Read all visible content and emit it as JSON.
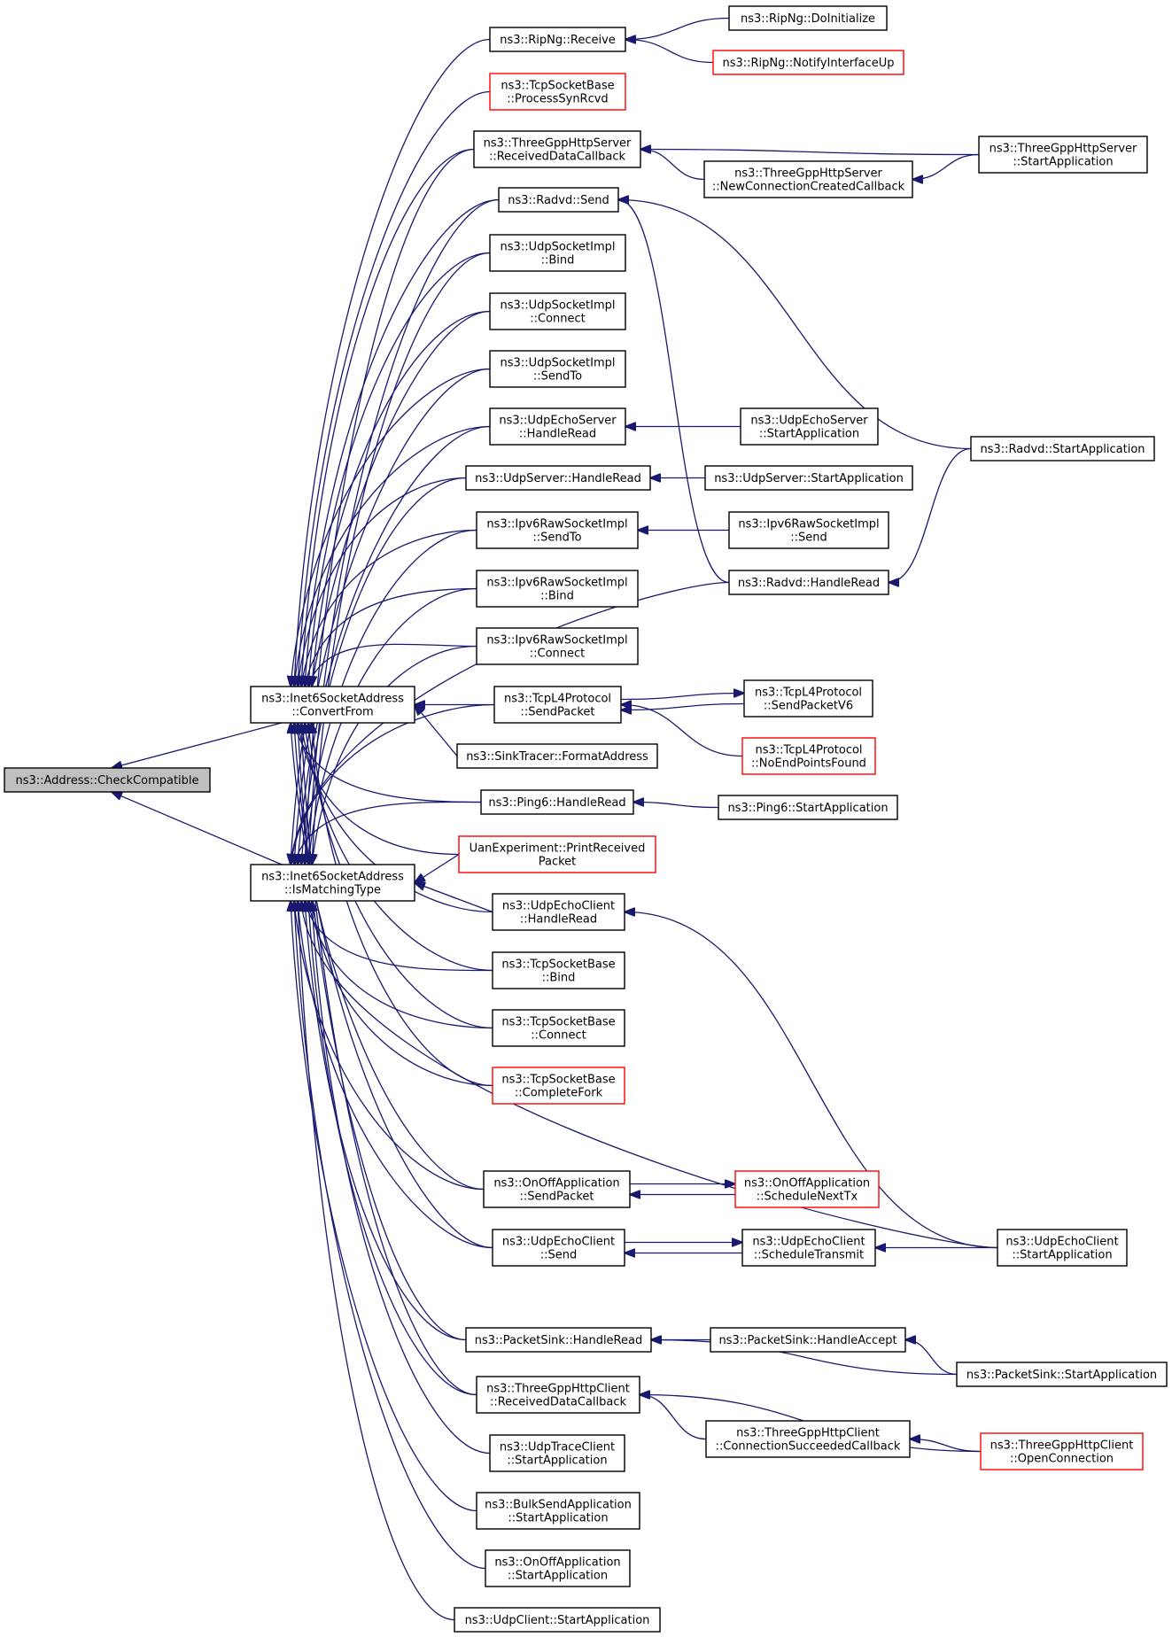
{
  "graph": {
    "nodes": [
      {
        "id": "root",
        "lines": [
          "ns3::Address::CheckCompatible"
        ],
        "root": true
      },
      {
        "id": "cf",
        "lines": [
          "ns3::Inet6SocketAddress",
          "::ConvertFrom"
        ]
      },
      {
        "id": "imt",
        "lines": [
          "ns3::Inet6SocketAddress",
          "::IsMatchingType"
        ]
      },
      {
        "id": "ripRecv",
        "lines": [
          "ns3::RipNg::Receive"
        ]
      },
      {
        "id": "ripInit",
        "lines": [
          "ns3::RipNg::DoInitialize"
        ]
      },
      {
        "id": "ripNotify",
        "lines": [
          "ns3::RipNg::NotifyInterfaceUp"
        ],
        "red": true
      },
      {
        "id": "tcpSyn",
        "lines": [
          "ns3::TcpSocketBase",
          "::ProcessSynRcvd"
        ],
        "red": true
      },
      {
        "id": "httpSrvRecv",
        "lines": [
          "ns3::ThreeGppHttpServer",
          "::ReceivedDataCallback"
        ]
      },
      {
        "id": "httpSrvNew",
        "lines": [
          "ns3::ThreeGppHttpServer",
          "::NewConnectionCreatedCallback"
        ]
      },
      {
        "id": "httpSrvStart",
        "lines": [
          "ns3::ThreeGppHttpServer",
          "::StartApplication"
        ]
      },
      {
        "id": "radvdSend",
        "lines": [
          "ns3::Radvd::Send"
        ]
      },
      {
        "id": "udpBind",
        "lines": [
          "ns3::UdpSocketImpl",
          "::Bind"
        ]
      },
      {
        "id": "udpConnect",
        "lines": [
          "ns3::UdpSocketImpl",
          "::Connect"
        ]
      },
      {
        "id": "udpSendTo",
        "lines": [
          "ns3::UdpSocketImpl",
          "::SendTo"
        ]
      },
      {
        "id": "echoSrvRead",
        "lines": [
          "ns3::UdpEchoServer",
          "::HandleRead"
        ]
      },
      {
        "id": "echoSrvStart",
        "lines": [
          "ns3::UdpEchoServer",
          "::StartApplication"
        ]
      },
      {
        "id": "radvdStart",
        "lines": [
          "ns3::Radvd::StartApplication"
        ]
      },
      {
        "id": "udpSrvRead",
        "lines": [
          "ns3::UdpServer::HandleRead"
        ]
      },
      {
        "id": "udpSrvStart",
        "lines": [
          "ns3::UdpServer::StartApplication"
        ]
      },
      {
        "id": "ip6SendTo",
        "lines": [
          "ns3::Ipv6RawSocketImpl",
          "::SendTo"
        ]
      },
      {
        "id": "ip6Send",
        "lines": [
          "ns3::Ipv6RawSocketImpl",
          "::Send"
        ]
      },
      {
        "id": "ip6Bind",
        "lines": [
          "ns3::Ipv6RawSocketImpl",
          "::Bind"
        ]
      },
      {
        "id": "radvdRead",
        "lines": [
          "ns3::Radvd::HandleRead"
        ]
      },
      {
        "id": "ip6Connect",
        "lines": [
          "ns3::Ipv6RawSocketImpl",
          "::Connect"
        ]
      },
      {
        "id": "tcpL4Send",
        "lines": [
          "ns3::TcpL4Protocol",
          "::SendPacket"
        ]
      },
      {
        "id": "tcpL4V6",
        "lines": [
          "ns3::TcpL4Protocol",
          "::SendPacketV6"
        ]
      },
      {
        "id": "tcpL4NoEP",
        "lines": [
          "ns3::TcpL4Protocol",
          "::NoEndPointsFound"
        ],
        "red": true
      },
      {
        "id": "sinkTracer",
        "lines": [
          "ns3::SinkTracer::FormatAddress"
        ]
      },
      {
        "id": "pingRead",
        "lines": [
          "ns3::Ping6::HandleRead"
        ]
      },
      {
        "id": "pingStart",
        "lines": [
          "ns3::Ping6::StartApplication"
        ]
      },
      {
        "id": "uan",
        "lines": [
          "UanExperiment::PrintReceived",
          "Packet"
        ],
        "red": true
      },
      {
        "id": "echoCliRead",
        "lines": [
          "ns3::UdpEchoClient",
          "::HandleRead"
        ]
      },
      {
        "id": "tcpBind",
        "lines": [
          "ns3::TcpSocketBase",
          "::Bind"
        ]
      },
      {
        "id": "tcpConnect",
        "lines": [
          "ns3::TcpSocketBase",
          "::Connect"
        ]
      },
      {
        "id": "tcpFork",
        "lines": [
          "ns3::TcpSocketBase",
          "::CompleteFork"
        ],
        "red": true
      },
      {
        "id": "onoffSend",
        "lines": [
          "ns3::OnOffApplication",
          "::SendPacket"
        ]
      },
      {
        "id": "onoffNext",
        "lines": [
          "ns3::OnOffApplication",
          "::ScheduleNextTx"
        ],
        "red": true
      },
      {
        "id": "echoCliSend",
        "lines": [
          "ns3::UdpEchoClient",
          "::Send"
        ]
      },
      {
        "id": "echoCliSched",
        "lines": [
          "ns3::UdpEchoClient",
          "::ScheduleTransmit"
        ]
      },
      {
        "id": "echoCliStart",
        "lines": [
          "ns3::UdpEchoClient",
          "::StartApplication"
        ]
      },
      {
        "id": "sinkRead",
        "lines": [
          "ns3::PacketSink::HandleRead"
        ]
      },
      {
        "id": "sinkAccept",
        "lines": [
          "ns3::PacketSink::HandleAccept"
        ]
      },
      {
        "id": "sinkStart",
        "lines": [
          "ns3::PacketSink::StartApplication"
        ]
      },
      {
        "id": "httpCliRecv",
        "lines": [
          "ns3::ThreeGppHttpClient",
          "::ReceivedDataCallback"
        ]
      },
      {
        "id": "httpCliConn",
        "lines": [
          "ns3::ThreeGppHttpClient",
          "::ConnectionSucceededCallback"
        ]
      },
      {
        "id": "httpCliOpen",
        "lines": [
          "ns3::ThreeGppHttpClient",
          "::OpenConnection"
        ],
        "red": true
      },
      {
        "id": "traceStart",
        "lines": [
          "ns3::UdpTraceClient",
          "::StartApplication"
        ]
      },
      {
        "id": "bulkStart",
        "lines": [
          "ns3::BulkSendApplication",
          "::StartApplication"
        ]
      },
      {
        "id": "onoffStart",
        "lines": [
          "ns3::OnOffApplication",
          "::StartApplication"
        ]
      },
      {
        "id": "udpCliStart",
        "lines": [
          "ns3::UdpClient::StartApplication"
        ]
      }
    ],
    "edges": [
      [
        "cf",
        "root"
      ],
      [
        "imt",
        "root"
      ],
      [
        "ripRecv",
        "ripInit"
      ],
      [
        "ripRecv",
        "ripNotify"
      ],
      [
        "httpSrvRecv",
        "httpSrvStart"
      ],
      [
        "httpSrvRecv",
        "httpSrvNew"
      ],
      [
        "httpSrvNew",
        "httpSrvStart"
      ],
      [
        "radvdSend",
        "radvdRead"
      ],
      [
        "radvdSend",
        "radvdStart"
      ],
      [
        "echoSrvRead",
        "echoSrvStart"
      ],
      [
        "udpSrvRead",
        "udpSrvStart"
      ],
      [
        "ip6SendTo",
        "ip6Send"
      ],
      [
        "radvdRead",
        "radvdStart"
      ],
      [
        "tcpL4V6",
        "tcpL4Send"
      ],
      [
        "tcpL4Send",
        "tcpL4V6"
      ],
      [
        "tcpL4Send",
        "tcpL4NoEP"
      ],
      [
        "pingRead",
        "pingStart"
      ],
      [
        "echoCliRead",
        "echoCliStart"
      ],
      [
        "onoffSend",
        "onoffNext"
      ],
      [
        "onoffNext",
        "onoffSend"
      ],
      [
        "echoCliSend",
        "echoCliSched"
      ],
      [
        "echoCliSched",
        "echoCliSend"
      ],
      [
        "echoCliSched",
        "echoCliStart"
      ],
      [
        "sinkRead",
        "sinkAccept"
      ],
      [
        "sinkRead",
        "sinkStart"
      ],
      [
        "sinkAccept",
        "sinkStart"
      ],
      [
        "httpCliRecv",
        "httpCliConn"
      ],
      [
        "httpCliRecv",
        "httpCliOpen"
      ],
      [
        "httpCliConn",
        "httpCliOpen"
      ],
      [
        "cf",
        "ripRecv"
      ],
      [
        "cf",
        "tcpSyn"
      ],
      [
        "cf",
        "httpSrvRecv"
      ],
      [
        "cf",
        "radvdSend"
      ],
      [
        "cf",
        "udpBind"
      ],
      [
        "cf",
        "udpConnect"
      ],
      [
        "cf",
        "udpSendTo"
      ],
      [
        "cf",
        "echoSrvRead"
      ],
      [
        "cf",
        "udpSrvRead"
      ],
      [
        "cf",
        "ip6SendTo"
      ],
      [
        "cf",
        "ip6Bind"
      ],
      [
        "cf",
        "ip6Connect"
      ],
      [
        "cf",
        "tcpL4Send"
      ],
      [
        "cf",
        "sinkTracer"
      ],
      [
        "cf",
        "pingRead"
      ],
      [
        "cf",
        "uan"
      ],
      [
        "cf",
        "echoCliRead"
      ],
      [
        "cf",
        "tcpBind"
      ],
      [
        "cf",
        "tcpConnect"
      ],
      [
        "cf",
        "tcpFork"
      ],
      [
        "cf",
        "onoffSend"
      ],
      [
        "cf",
        "echoCliSend"
      ],
      [
        "cf",
        "sinkRead"
      ],
      [
        "cf",
        "httpCliRecv"
      ],
      [
        "imt",
        "httpSrvRecv"
      ],
      [
        "imt",
        "radvdSend"
      ],
      [
        "imt",
        "udpBind"
      ],
      [
        "imt",
        "udpConnect"
      ],
      [
        "imt",
        "udpSendTo"
      ],
      [
        "imt",
        "echoSrvRead"
      ],
      [
        "imt",
        "udpSrvRead"
      ],
      [
        "imt",
        "ip6SendTo"
      ],
      [
        "imt",
        "ip6Bind"
      ],
      [
        "imt",
        "ip6Connect"
      ],
      [
        "imt",
        "tcpL4Send"
      ],
      [
        "imt",
        "pingRead"
      ],
      [
        "imt",
        "uan"
      ],
      [
        "imt",
        "echoCliRead"
      ],
      [
        "imt",
        "tcpBind"
      ],
      [
        "imt",
        "tcpConnect"
      ],
      [
        "imt",
        "tcpFork"
      ],
      [
        "imt",
        "radvdRead"
      ],
      [
        "imt",
        "onoffSend"
      ],
      [
        "imt",
        "echoCliSend"
      ],
      [
        "imt",
        "echoCliStart"
      ],
      [
        "imt",
        "sinkRead"
      ],
      [
        "imt",
        "httpCliRecv"
      ],
      [
        "imt",
        "traceStart"
      ],
      [
        "imt",
        "bulkStart"
      ],
      [
        "imt",
        "onoffStart"
      ],
      [
        "imt",
        "udpCliStart"
      ]
    ]
  }
}
